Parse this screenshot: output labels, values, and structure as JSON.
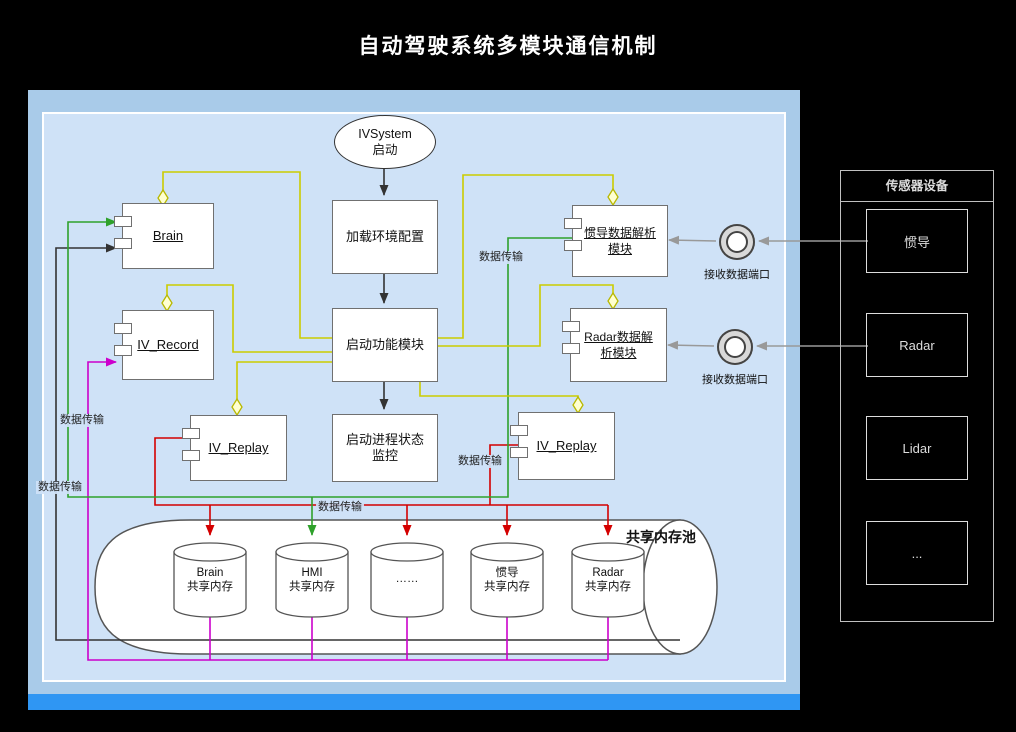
{
  "title": "自动驾驶系统多模块通信机制",
  "flow": {
    "start": "IVSystem\n启动",
    "load_config": "加载环境配置",
    "launch_modules": "启动功能模块",
    "process_monitor": "启动进程状态\n监控"
  },
  "components": {
    "brain": "Brain",
    "iv_record": "IV_Record",
    "iv_replay_left": "IV_Replay",
    "ins_parser": "惯导数据解析\n模块",
    "radar_parser": "Radar数据解\n析模块",
    "iv_replay_right": "IV_Replay"
  },
  "ports": {
    "label": "接收数据端口"
  },
  "labels": {
    "data_transfer": "数据传输"
  },
  "pool": {
    "title": "共享内存池",
    "cylinders": [
      {
        "name": "Brain",
        "sub": "共享内存"
      },
      {
        "name": "HMI",
        "sub": "共享内存"
      },
      {
        "name": "……",
        "sub": ""
      },
      {
        "name": "惯导",
        "sub": "共享内存"
      },
      {
        "name": "Radar",
        "sub": "共享内存"
      }
    ]
  },
  "sensors": {
    "title": "传感器设备",
    "items": [
      "惯导",
      "Radar",
      "Lidar",
      "..."
    ]
  },
  "colors": {
    "composition_yellow": "#cccc00",
    "data_green": "#2fa12b",
    "data_red": "#d40000",
    "data_magenta": "#cc00cc",
    "flow_black": "#333333",
    "sensor_gray": "#999999",
    "diagram_bg": "#cfe2f7",
    "outer_bg": "#a9cbe9",
    "bottom_band": "#2f96f3"
  }
}
